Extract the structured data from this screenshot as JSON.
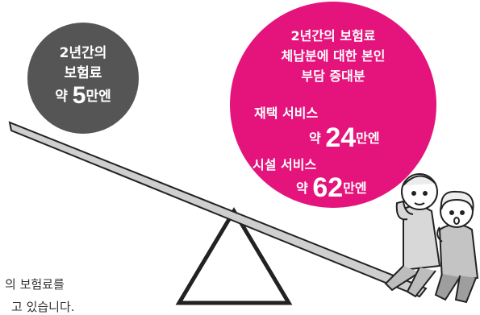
{
  "left_circle": {
    "line1": "2년간의",
    "line2": "보험료",
    "prefix": "약",
    "number": "5",
    "suffix": "만엔"
  },
  "right_circle": {
    "head_line1": "2년간의 보험료",
    "head_line2": "체납분에 대한 본인",
    "head_line3": "부담 증대분",
    "item1_label": "재택 서비스",
    "item1_prefix": "약",
    "item1_number": "24",
    "item1_suffix": "만엔",
    "item2_label": "시설 서비스",
    "item2_prefix": "약",
    "item2_number": "62",
    "item2_suffix": "만엔"
  },
  "bottom_text": {
    "line1": "의 보험료를",
    "line2": "고 있습니다."
  },
  "colors": {
    "left_circle": "#555555",
    "right_circle": "#e4147c",
    "seesaw_fill": "#cfcfcf",
    "fulcrum_fill": "#ffffff"
  },
  "icons": [
    "seesaw-board-icon",
    "fulcrum-triangle-icon",
    "elderly-couple-icon"
  ]
}
